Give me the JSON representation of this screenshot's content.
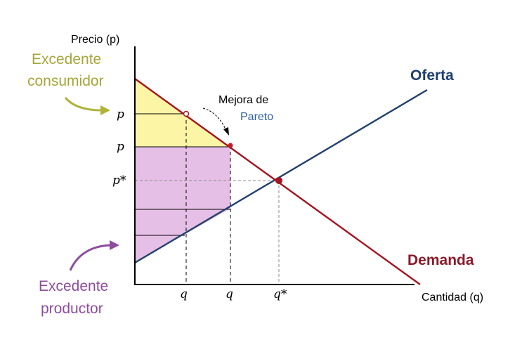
{
  "axes": {
    "y_label": "Precio (p)",
    "x_label": "Cantidad (q)"
  },
  "curves": {
    "supply_label": "Oferta",
    "demand_label": "Demanda"
  },
  "annotations": {
    "pareto_line1": "Mejora de",
    "pareto_line2": "Pareto",
    "consumer_surplus_line1": "Excedente",
    "consumer_surplus_line2": "consumidor",
    "producer_surplus_line1": "Excedente",
    "producer_surplus_line2": "productor"
  },
  "ticks": {
    "y": [
      "p",
      "p",
      "p*"
    ],
    "x": [
      "q",
      "q",
      "q*"
    ]
  },
  "colors": {
    "supply": "#1f3f6e",
    "demand": "#a3151f",
    "consumer_surplus_fill": "#fdf5a6",
    "producer_surplus_fill": "#e6bfe6",
    "consumer_text": "#a6a53a",
    "producer_text": "#8d4c9e",
    "pareto_blue": "#2f5f9b"
  }
}
